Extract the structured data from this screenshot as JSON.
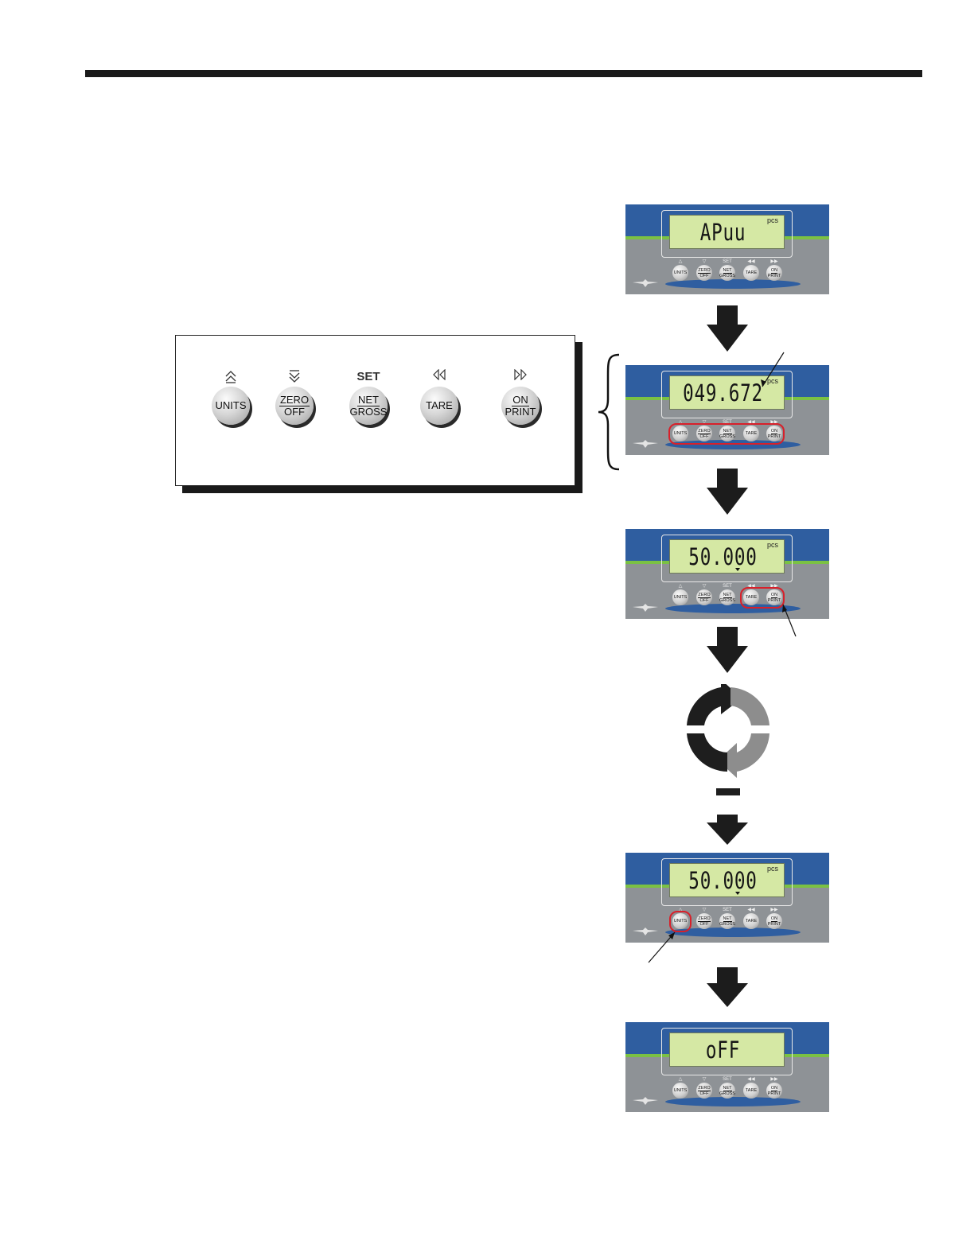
{
  "legend": {
    "keys": [
      {
        "symbol": "up-triple-icon",
        "symbol_text": "",
        "top": "UNITS",
        "bottom": ""
      },
      {
        "symbol": "down-triple-icon",
        "symbol_text": "",
        "top": "ZERO",
        "bottom": "OFF"
      },
      {
        "symbol": "set-text",
        "symbol_text": "SET",
        "top": "NET",
        "bottom": "GROSS"
      },
      {
        "symbol": "rewind-icon",
        "symbol_text": "",
        "top": "TARE",
        "bottom": ""
      },
      {
        "symbol": "fast-forward-icon",
        "symbol_text": "",
        "top": "ON",
        "bottom": "PRINT"
      }
    ]
  },
  "panel_keys": {
    "set_label": "SET",
    "units": "UNITS",
    "zero_top": "ZERO",
    "zero_bottom": "OFF",
    "net_top": "NET",
    "net_bottom": "GROSS",
    "tare": "TARE",
    "on_top": "ON",
    "on_bottom": "PRINT"
  },
  "displays": [
    {
      "value": "APuu",
      "unit": "pcs",
      "highlight": "none"
    },
    {
      "value": "049.672",
      "unit": "pcs",
      "highlight": "all-keys"
    },
    {
      "value": "50.000",
      "unit": "pcs",
      "highlight": "tare-on"
    },
    {
      "value": "50.000",
      "unit": "pcs",
      "highlight": "units"
    },
    {
      "value": "oFF",
      "unit": "",
      "highlight": "none"
    }
  ],
  "colors": {
    "panel_band": "#2f5ea0",
    "panel_accent": "#7bc143",
    "panel_body": "#8e9296",
    "lcd": "#d5e8a4",
    "highlight": "#d8202a"
  }
}
